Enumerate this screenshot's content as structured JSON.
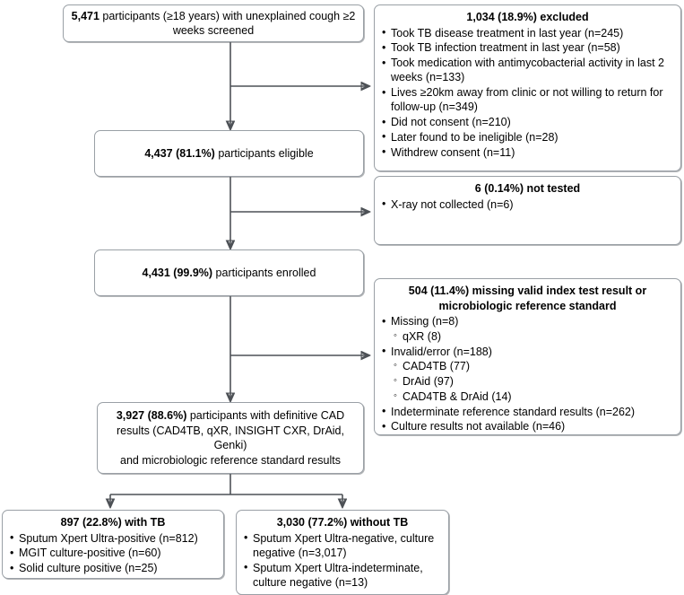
{
  "diagram": {
    "type": "flowchart",
    "title": "TB screening study participant flow"
  },
  "nodes": {
    "screened": {
      "title_bold": "5,471",
      "title_rest": " participants (≥18 years) with unexplained cough ≥2 weeks screened"
    },
    "excluded": {
      "title": "1,034 (18.9%) excluded",
      "items": [
        "Took TB disease treatment in last year (n=245)",
        "Took TB infection treatment in last year (n=58)",
        "Took medication with antimycobacterial activity in last 2 weeks (n=133)",
        "Lives ≥20km away from clinic or not willing to return for follow-up (n=349)",
        "Did not consent (n=210)",
        "Later found to be ineligible (n=28)",
        "Withdrew consent (n=11)"
      ]
    },
    "eligible": {
      "title_bold": "4,437 (81.1%)",
      "title_rest": " participants eligible"
    },
    "not_tested": {
      "title": "6 (0.14%) not tested",
      "items": [
        "X-ray not collected (n=6)"
      ]
    },
    "enrolled": {
      "title_bold": "4,431 (99.9%)",
      "title_rest": " participants enrolled"
    },
    "missing": {
      "title": "504 (11.4%) missing valid index test result or microbiologic reference standard",
      "items": [
        {
          "text": "Missing (n=8)",
          "level": 1
        },
        {
          "text": "qXR (8)",
          "level": 2
        },
        {
          "text": "Invalid/error (n=188)",
          "level": 1
        },
        {
          "text": "CAD4TB (77)",
          "level": 2
        },
        {
          "text": "DrAid (97)",
          "level": 2
        },
        {
          "text": "CAD4TB & DrAid (14)",
          "level": 2
        },
        {
          "text": "Indeterminate reference standard results (n=262)",
          "level": 1
        },
        {
          "text": "Culture results not available (n=46)",
          "level": 1
        }
      ]
    },
    "definitive": {
      "title_bold": "3,927 (88.6%)",
      "title_rest": " participants with definitive CAD results (CAD4TB, qXR, INSIGHT CXR, DrAid, Genki)",
      "title_line2": "and microbiologic reference standard results"
    },
    "with_tb": {
      "title": "897 (22.8%) with TB",
      "items": [
        "Sputum Xpert Ultra-positive (n=812)",
        "MGIT culture-positive (n=60)",
        "Solid culture positive (n=25)"
      ]
    },
    "without_tb": {
      "title": "3,030 (77.2%) without TB",
      "items": [
        "Sputum Xpert Ultra-negative, culture negative (n=3,017)",
        "Sputum Xpert Ultra-indeterminate, culture negative (n=13)"
      ]
    }
  },
  "colors": {
    "border": "#9aa0a6",
    "connector": "#4d5156",
    "background": "#ffffff",
    "text": "#000000"
  }
}
